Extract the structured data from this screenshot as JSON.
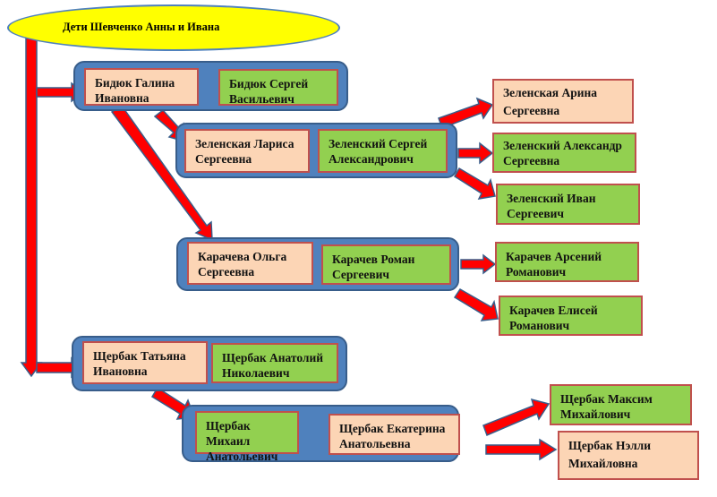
{
  "title": "Дети Шевченко Анны и Ивана",
  "colors": {
    "title_fill": "#ffff00",
    "group_fill": "#4f81bd",
    "female_fill": "#fcd5b5",
    "male_fill": "#92d050",
    "box_border": "#c0504d",
    "arrow_fill": "#ff0000"
  },
  "families": [
    {
      "id": "bidyuk",
      "spouses": [
        "Бидюк Галина Ивановна",
        "Бидюк Сергей Васильевич"
      ]
    },
    {
      "id": "zelenskiy",
      "spouses": [
        "Зеленская Лариса Сергеевна",
        "Зеленский Сергей Александрович"
      ],
      "children": [
        "Зеленская Арина Сергеевна",
        "Зеленский Александр Сергеевна",
        "Зеленский Иван Сергеевич"
      ]
    },
    {
      "id": "karachev",
      "spouses": [
        "Карачева Ольга Сергеевна",
        "Карачев Роман Сергеевич"
      ],
      "children": [
        "Карачев Арсений Романович",
        "Карачев Елисей Романович"
      ]
    },
    {
      "id": "shcherbak",
      "spouses": [
        "Щербак Татьяна Ивановна",
        "Щербак Анатолий Николаевич"
      ]
    },
    {
      "id": "shcherbak-mikhail",
      "spouses": [
        "Щербак Михаил Анатольевич",
        "Щербак Екатерина Анатольевна"
      ],
      "children": [
        "Щербак Максим Михайлович",
        "Щербак Нэлли Михайловна"
      ]
    }
  ]
}
